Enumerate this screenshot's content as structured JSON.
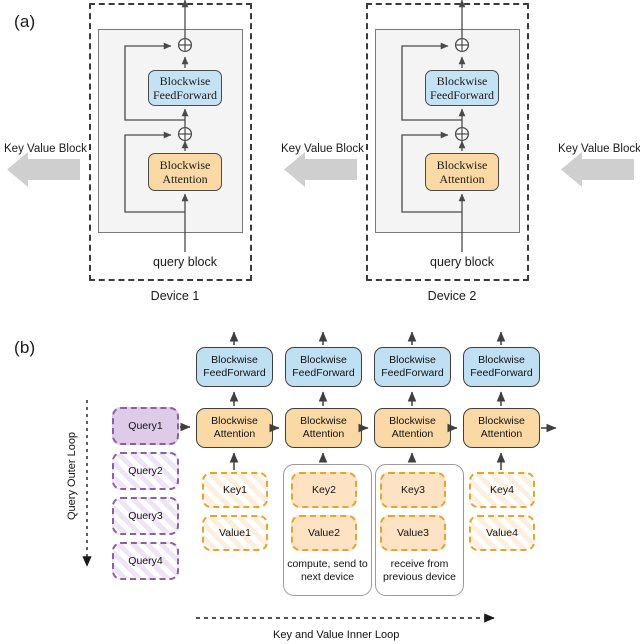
{
  "figure": {
    "panel_a": {
      "letter": "(a)",
      "devices": [
        {
          "caption": "Device 1",
          "feedforward_label_line1": "Blockwise",
          "feedforward_label_line2": "FeedForward",
          "attention_label_line1": "Blockwise",
          "attention_label_line2": "Attention",
          "input_label": "query block"
        },
        {
          "caption": "Device 2",
          "feedforward_label_line1": "Blockwise",
          "feedforward_label_line2": "FeedForward",
          "attention_label_line1": "Blockwise",
          "attention_label_line2": "Attention",
          "input_label": "query block"
        }
      ],
      "kv_arrows": [
        {
          "label": "Key Value Block"
        },
        {
          "label": "Key Value Block"
        },
        {
          "label": "Key Value Block"
        }
      ]
    },
    "panel_b": {
      "letter": "(b)",
      "outer_loop_label": "Query Outer Loop",
      "inner_loop_label": "Key and Value Inner Loop",
      "queries": [
        {
          "label": "Query1",
          "style": "solid"
        },
        {
          "label": "Query2",
          "style": "hatched"
        },
        {
          "label": "Query3",
          "style": "hatched"
        },
        {
          "label": "Query4",
          "style": "hatched"
        }
      ],
      "columns": [
        {
          "feedforward_line1": "Blockwise",
          "feedforward_line2": "FeedForward",
          "attention_line1": "Blockwise",
          "attention_line2": "Attention",
          "key_label": "Key1",
          "value_label": "Value1",
          "kv_style": "hatched",
          "group_caption_line1": "",
          "group_caption_line2": "",
          "grouped": false
        },
        {
          "feedforward_line1": "Blockwise",
          "feedforward_line2": "FeedForward",
          "attention_line1": "Blockwise",
          "attention_line2": "Attention",
          "key_label": "Key2",
          "value_label": "Value2",
          "kv_style": "solid",
          "group_caption_line1": "compute, send to",
          "group_caption_line2": "next device",
          "grouped": true
        },
        {
          "feedforward_line1": "Blockwise",
          "feedforward_line2": "FeedForward",
          "attention_line1": "Blockwise",
          "attention_line2": "Attention",
          "key_label": "Key3",
          "value_label": "Value3",
          "kv_style": "solid",
          "group_caption_line1": "receive from",
          "group_caption_line2": "previous device",
          "grouped": true
        },
        {
          "feedforward_line1": "Blockwise",
          "feedforward_line2": "FeedForward",
          "attention_line1": "Blockwise",
          "attention_line2": "Attention",
          "key_label": "Key4",
          "value_label": "Value4",
          "kv_style": "hatched",
          "group_caption_line1": "",
          "group_caption_line2": "",
          "grouped": false
        }
      ]
    },
    "colors": {
      "feedforward_fill": "#c5e2f5",
      "attention_fill": "#fbd9a5",
      "query_stroke": "#8b5fa8",
      "query_fill": "#ddcbe8",
      "keyvalue_stroke": "#e8a329",
      "keyvalue_fill": "#fde3c3",
      "device_frame_stroke": "#3a3a3a",
      "device_inner_fill": "#f4f4f4",
      "kv_arrow_gray": "#c9c9c9",
      "connector_stroke": "#4a4a4a"
    }
  }
}
